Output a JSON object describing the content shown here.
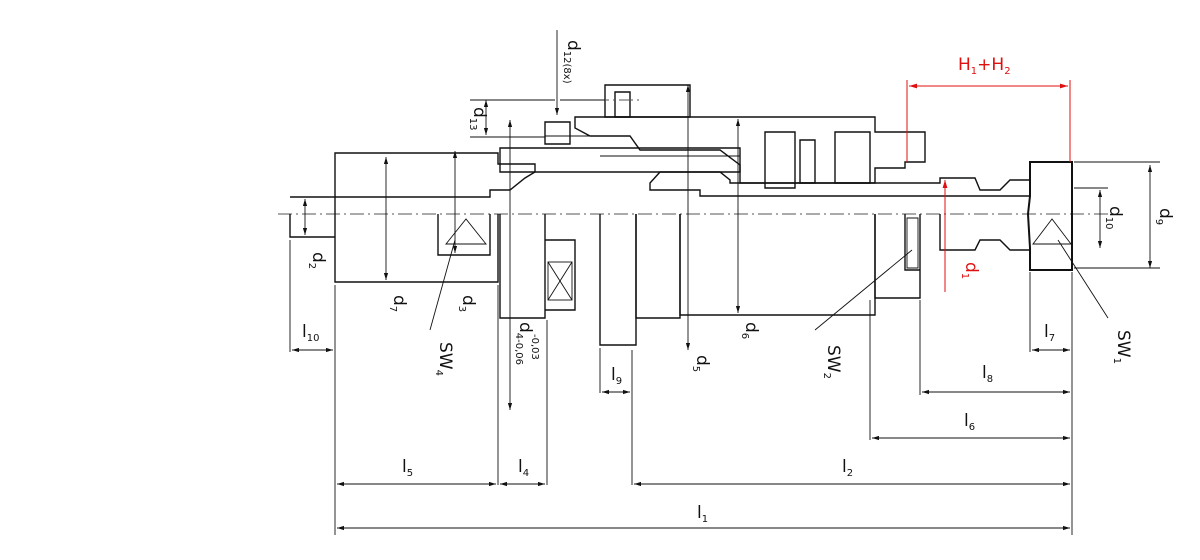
{
  "drawing": {
    "colors": {
      "line": "#111111",
      "highlight": "#e01010",
      "background": "#ffffff"
    },
    "labels": {
      "d1": {
        "main": "d",
        "sub": "1"
      },
      "d2": {
        "main": "d",
        "sub": "2"
      },
      "d3": {
        "main": "d",
        "sub": "3"
      },
      "d4": {
        "main": "d",
        "sub": "4-0,06",
        "sup": "-0,03"
      },
      "d5": {
        "main": "d",
        "sub": "5"
      },
      "d6": {
        "main": "d",
        "sub": "6"
      },
      "d7": {
        "main": "d",
        "sub": "7"
      },
      "d9": {
        "main": "d",
        "sub": "9"
      },
      "d10": {
        "main": "d",
        "sub": "10"
      },
      "d12": {
        "main": "d",
        "sub": "12(8x)"
      },
      "d13": {
        "main": "d",
        "sub": "13"
      },
      "sw1": {
        "main": "SW",
        "sub": "1"
      },
      "sw2": {
        "main": "SW",
        "sub": "2"
      },
      "sw4": {
        "main": "SW",
        "sub": "4"
      },
      "l1": {
        "main": "l",
        "sub": "1"
      },
      "l2": {
        "main": "l",
        "sub": "2"
      },
      "l4": {
        "main": "l",
        "sub": "4"
      },
      "l5": {
        "main": "l",
        "sub": "5"
      },
      "l6": {
        "main": "l",
        "sub": "6"
      },
      "l7": {
        "main": "l",
        "sub": "7"
      },
      "l8": {
        "main": "l",
        "sub": "8"
      },
      "l9": {
        "main": "l",
        "sub": "9"
      },
      "l10": {
        "main": "l",
        "sub": "10"
      },
      "h": {
        "h1": "H",
        "h1sub": "1",
        "plus": "+",
        "h2": "H",
        "h2sub": "2"
      }
    }
  }
}
